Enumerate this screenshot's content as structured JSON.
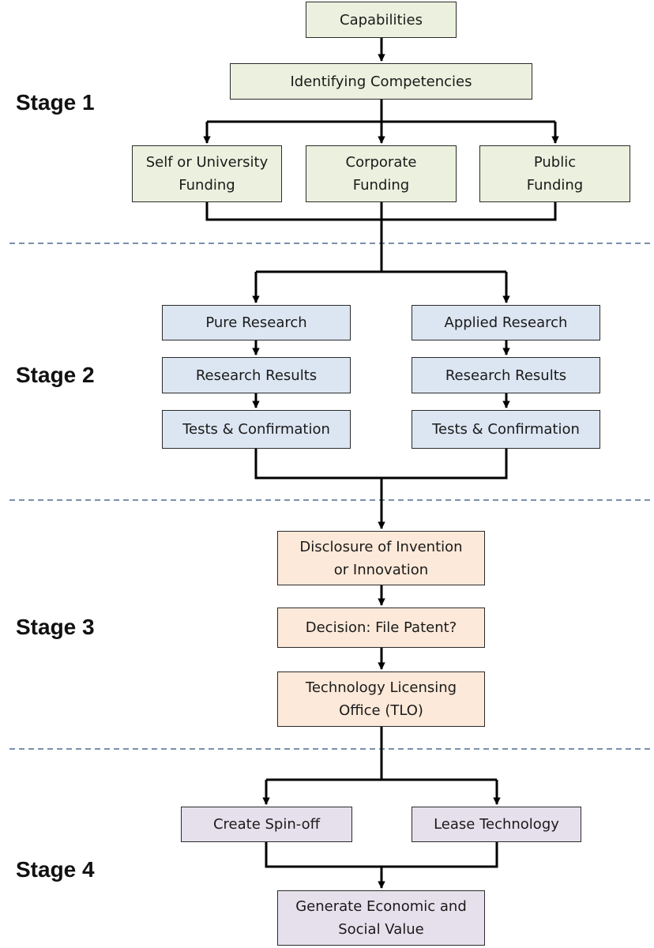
{
  "colors": {
    "green": "#ebf1de",
    "blue": "#dce6f2",
    "orange": "#fde9d9",
    "purple": "#e6e0ec",
    "divider": "#4f6b8f",
    "connector": "#000000"
  },
  "stages": {
    "s1": "Stage 1",
    "s2": "Stage 2",
    "s3": "Stage 3",
    "s4": "Stage 4"
  },
  "nodes": {
    "capabilities": "Capabilities",
    "identifying": "Identifying Competencies",
    "self_funding": "Self or University\nFunding",
    "corporate_funding": "Corporate\nFunding",
    "public_funding": "Public\nFunding",
    "pure_research": "Pure Research",
    "research_results_left": "Research Results",
    "tests_left": "Tests & Confirmation",
    "applied_research": "Applied Research",
    "research_results_right": "Research Results",
    "tests_right": "Tests & Confirmation",
    "disclosure": "Disclosure of Invention\nor Innovation",
    "decision": "Decision: File Patent?",
    "tlo": "Technology Licensing\nOffice (TLO)",
    "spinoff": "Create Spin-off",
    "lease": "Lease Technology",
    "value": "Generate Economic and\nSocial Value"
  }
}
